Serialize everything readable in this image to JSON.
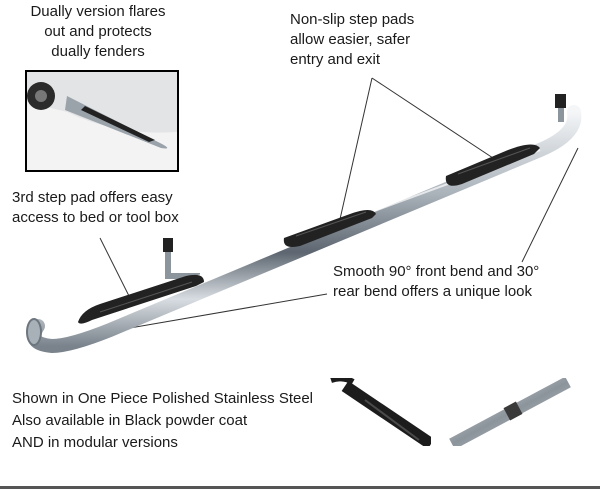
{
  "callouts": {
    "dually": [
      "Dually version flares",
      "out and protects",
      "dually fenders"
    ],
    "nonslip": [
      "Non-slip step pads",
      "allow easier, safer",
      "entry and exit"
    ],
    "third": [
      "3rd step pad offers easy",
      "access to bed or tool box"
    ],
    "smooth": [
      "Smooth 90° front bend and 30°",
      "rear bend offers a unique look"
    ]
  },
  "availability": [
    "Shown in One Piece Polished Stainless Steel",
    "Also available in Black powder coat",
    "AND in modular versions"
  ],
  "images": {
    "product": "polished-stainless-step-bar",
    "dually_inset": "dually-step-bar-installed",
    "black_inset": "black-powder-coat-bar",
    "modular_inset": "modular-bar-joint"
  },
  "colors": {
    "chrome": "#c9ced3",
    "pad": "#222222",
    "text": "#1a1a1a",
    "rule": "#555555"
  }
}
